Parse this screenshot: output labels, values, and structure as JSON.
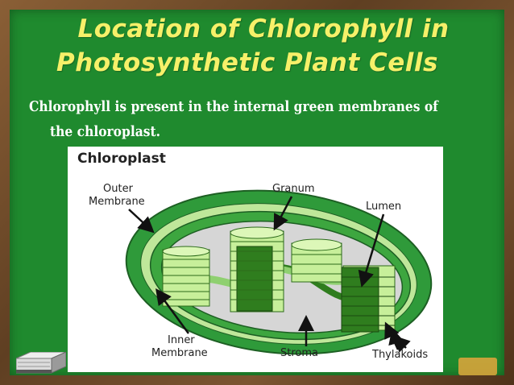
{
  "slide": {
    "title_line1": "Location of Chlorophyll in",
    "title_line2": "Photosynthetic Plant Cells",
    "body_line1": "Chlorophyll is present in the internal green membranes of",
    "body_line2": "the chloroplast."
  },
  "diagram": {
    "title": "Chloroplast",
    "labels": {
      "outer_line1": "Outer",
      "outer_line2": "Membrane",
      "granum": "Granum",
      "lumen": "Lumen",
      "inner_line1": "Inner",
      "inner_line2": "Membrane",
      "stroma": "Stroma",
      "thylakoids": "Thylakoids"
    }
  },
  "colors": {
    "board": "#1f8a2e",
    "title": "#f6f069",
    "body_text": "#ffffff",
    "outer_membrane": "#2f9a3a",
    "thylakoid_light": "#c7ef9a",
    "thylakoid_dark": "#2f7d1e",
    "stroma": "#d6d6d6"
  },
  "icons": [
    "book-icon",
    "chalkboard-frame"
  ]
}
